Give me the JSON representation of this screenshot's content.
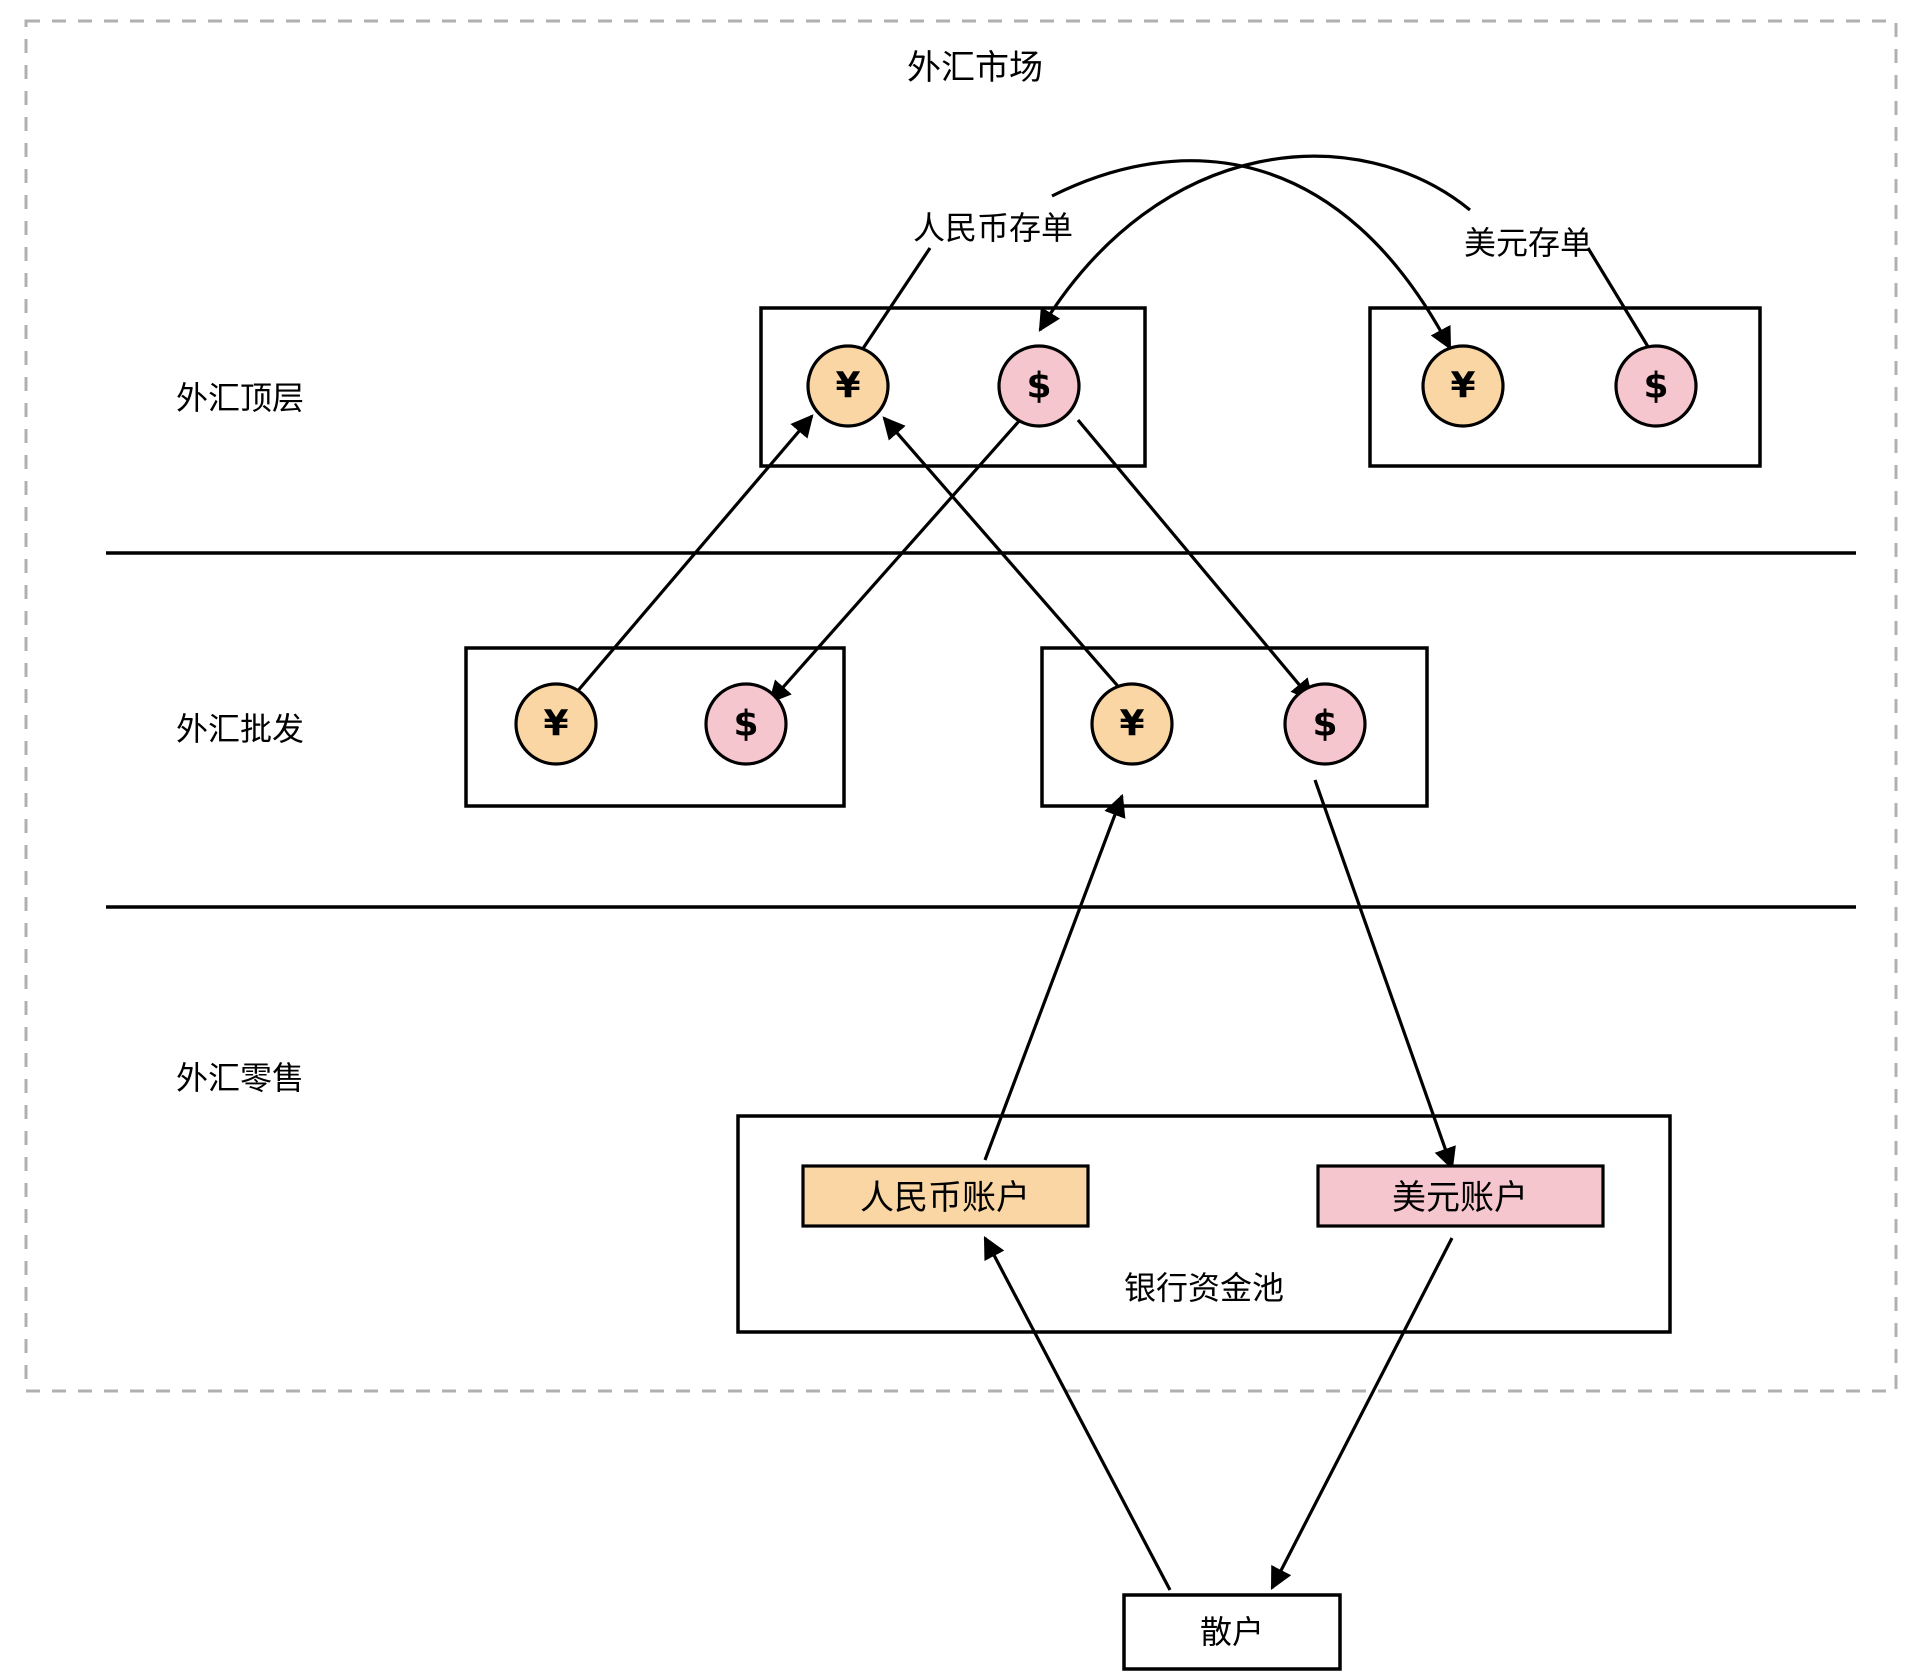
{
  "diagram": {
    "title": "外汇市场",
    "outer_border_style": "dashed",
    "colors": {
      "cny_fill": "#f9d6a3",
      "usd_fill": "#f6c6cf",
      "stroke": "#000000",
      "dashed_border": "#b0b0b0",
      "background": "#ffffff"
    }
  },
  "layers": [
    {
      "id": "top",
      "label": "外汇顶层"
    },
    {
      "id": "wholesale",
      "label": "外汇批发"
    },
    {
      "id": "retail",
      "label": "外汇零售"
    }
  ],
  "annotations": [
    {
      "id": "cny-cd",
      "label": "人民币存单"
    },
    {
      "id": "usd-cd",
      "label": "美元存单"
    }
  ],
  "top_layer": {
    "institutions": [
      {
        "id": "top-bank-a",
        "nodes": [
          {
            "id": "top-a-cny",
            "glyph": "¥",
            "currency": "CNY"
          },
          {
            "id": "top-a-usd",
            "glyph": "$",
            "currency": "USD"
          }
        ]
      },
      {
        "id": "top-bank-b",
        "nodes": [
          {
            "id": "top-b-cny",
            "glyph": "¥",
            "currency": "CNY"
          },
          {
            "id": "top-b-usd",
            "glyph": "$",
            "currency": "USD"
          }
        ]
      }
    ]
  },
  "wholesale_layer": {
    "institutions": [
      {
        "id": "ws-bank-a",
        "nodes": [
          {
            "id": "ws-a-cny",
            "glyph": "¥",
            "currency": "CNY"
          },
          {
            "id": "ws-a-usd",
            "glyph": "$",
            "currency": "USD"
          }
        ]
      },
      {
        "id": "ws-bank-b",
        "nodes": [
          {
            "id": "ws-b-cny",
            "glyph": "¥",
            "currency": "CNY"
          },
          {
            "id": "ws-b-usd",
            "glyph": "$",
            "currency": "USD"
          }
        ]
      }
    ]
  },
  "retail_layer": {
    "pool": {
      "id": "bank-pool",
      "label": "银行资金池",
      "accounts": [
        {
          "id": "cny-account",
          "label": "人民币账户",
          "currency": "CNY"
        },
        {
          "id": "usd-account",
          "label": "美元账户",
          "currency": "USD"
        }
      ]
    },
    "customer": {
      "id": "retail-investor",
      "label": "散户"
    }
  }
}
